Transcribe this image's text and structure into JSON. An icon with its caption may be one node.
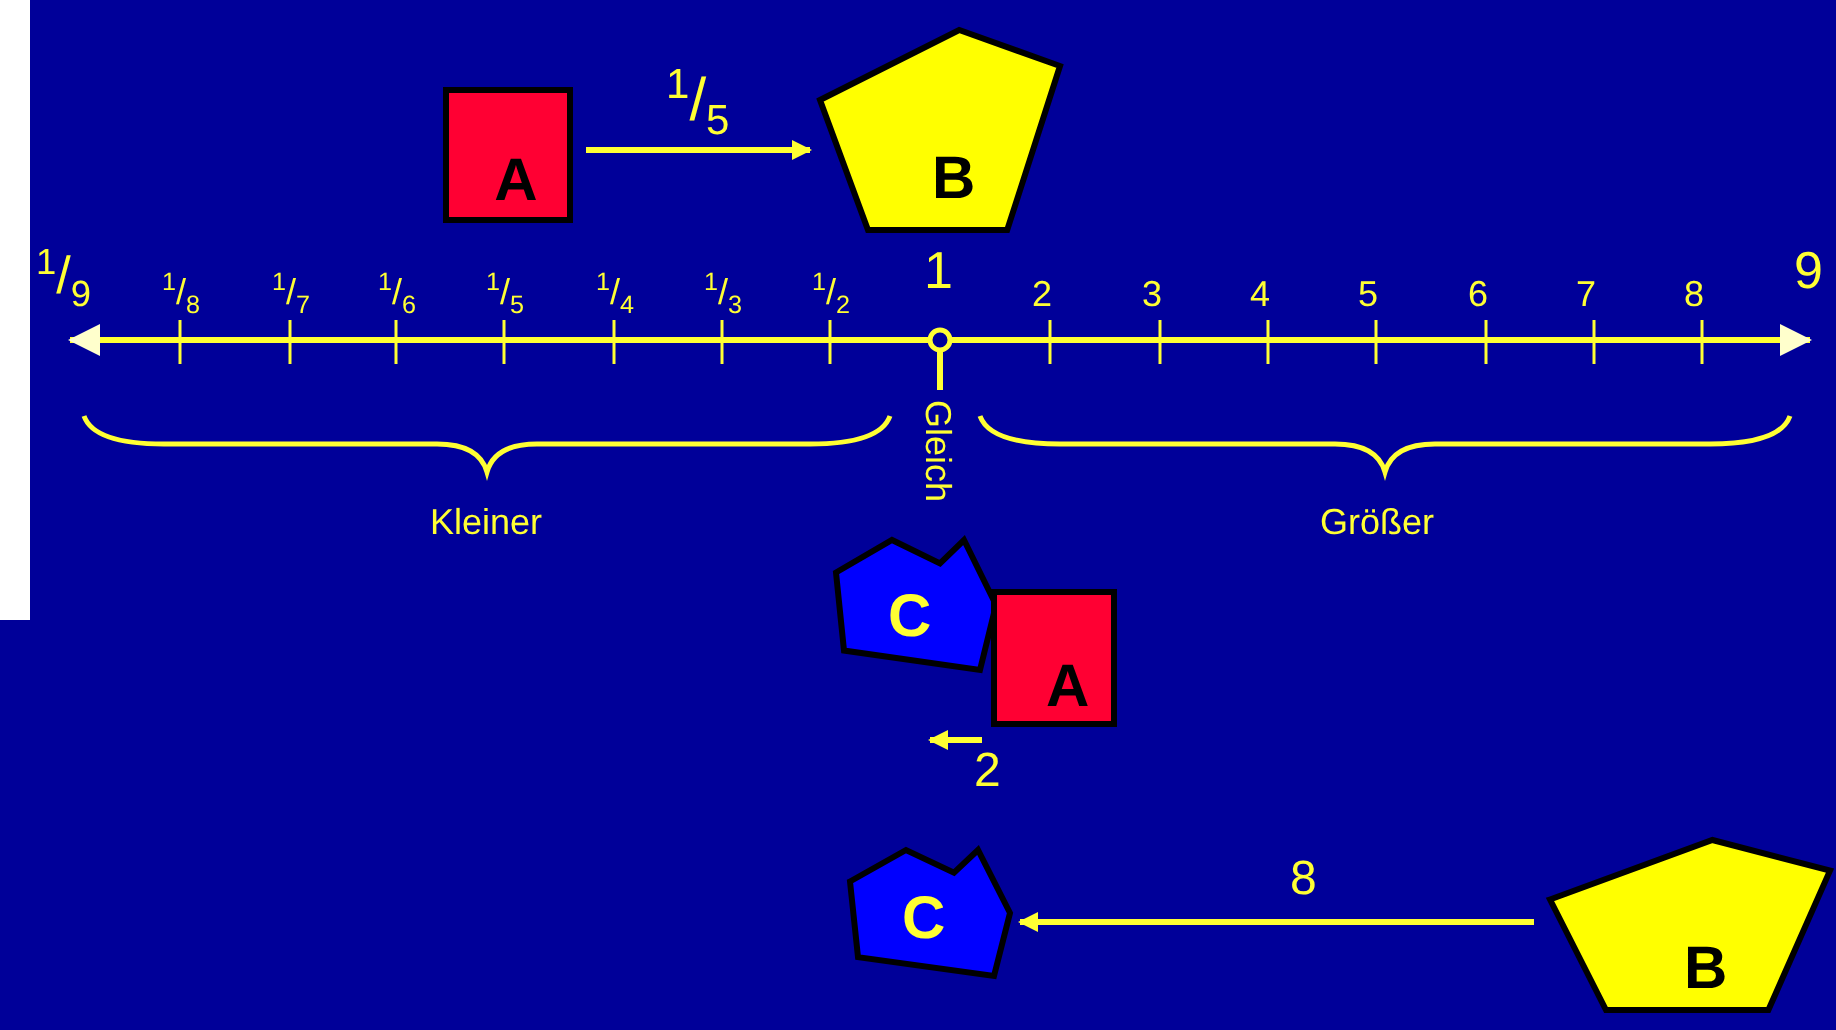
{
  "diagram": {
    "nodes": [
      {
        "text": [
          "A"
        ]
      },
      {
        "text": [
          "B"
        ]
      },
      {
        "text": [
          "C"
        ]
      },
      {
        "text": [
          "A"
        ]
      },
      {
        "text": [
          "C"
        ]
      },
      {
        "text": [
          "B"
        ]
      }
    ],
    "edges": [
      {
        "from": 0,
        "to": 1,
        "arrow": "to",
        "label": "$^{1}$/$_{5}$"
      },
      {
        "from": 3,
        "to": null,
        "arrow": "to",
        "label": "2"
      },
      {
        "from": 5,
        "to": 4,
        "arrow": "to",
        "label": "8"
      }
    ],
    "labels": [
      "$^{1}$/$_{9}$",
      "$^{1}$/$_{8}$",
      "$^{1}$/$_{7}$",
      "$^{1}$/$_{6}$",
      "$^{1}$/$_{5}$",
      "$^{1}$/$_{4}$",
      "$^{1}$/$_{3}$",
      "$^{1}$/$_{2}$",
      "1",
      "2",
      "3",
      "4",
      "5",
      "6",
      "7",
      "8",
      "9",
      "Gleich",
      "Kleiner",
      "Größer"
    ]
  }
}
